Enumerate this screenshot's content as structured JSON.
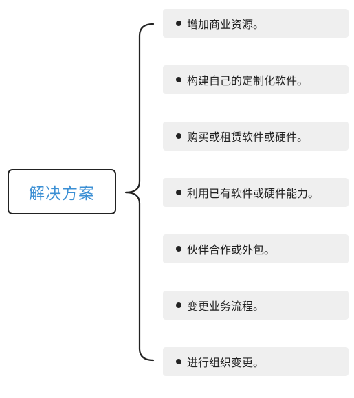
{
  "diagram": {
    "root": {
      "label": "解决方案"
    },
    "items": [
      {
        "text": "增加商业资源。"
      },
      {
        "text": "构建自己的定制化软件。"
      },
      {
        "text": "购买或租赁软件或硬件。"
      },
      {
        "text": "利用已有软件或硬件能力。"
      },
      {
        "text": "伙伴合作或外包。"
      },
      {
        "text": "变更业务流程。"
      },
      {
        "text": "进行组织变更。"
      }
    ],
    "colors": {
      "root_text": "#3b8fd4",
      "root_border": "#222222",
      "item_background": "#efefef",
      "bracket": "#222222",
      "text": "#222222"
    }
  }
}
